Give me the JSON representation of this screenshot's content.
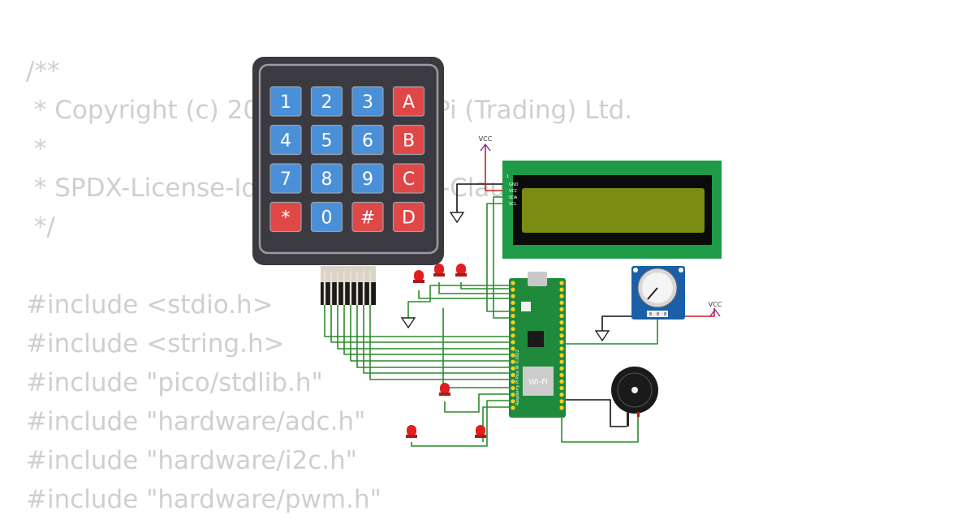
{
  "code_lines": [
    "/**",
    " * Copyright (c) 2022 Raspberry Pi (Trading) Ltd.",
    " *",
    " * SPDX-License-Identifier: BSD-3-Clause",
    " */",
    "",
    "#include <stdio.h>",
    "#include <string.h>",
    "#include \"pico/stdlib.h\"",
    "#include \"hardware/adc.h\"",
    "#include \"hardware/i2c.h\"",
    "#include \"hardware/pwm.h\""
  ],
  "keypad": {
    "keys": [
      [
        "1",
        "2",
        "3",
        "A"
      ],
      [
        "4",
        "5",
        "6",
        "B"
      ],
      [
        "7",
        "8",
        "9",
        "C"
      ],
      [
        "*",
        "0",
        "#",
        "D"
      ]
    ],
    "colors": {
      "digit": "#4a90d9",
      "letter": "#e04848",
      "body": "#3a3a40"
    }
  },
  "lcd": {
    "pins": [
      "GND",
      "VCC",
      "SDA",
      "SCL"
    ],
    "colors": {
      "board": "#1f9a46",
      "screen": "#7a8c12"
    }
  },
  "power_labels": {
    "lcd": "VCC",
    "pot": "VCC"
  },
  "pico": {
    "wifi_label": "Wi-Fi",
    "board_text": "Raspberry Pi Pico W ©2022",
    "color": "#1f8a3c"
  },
  "colors": {
    "wire": "#2a8a2a",
    "power_wire": "#d42020",
    "led": "#e02020"
  }
}
